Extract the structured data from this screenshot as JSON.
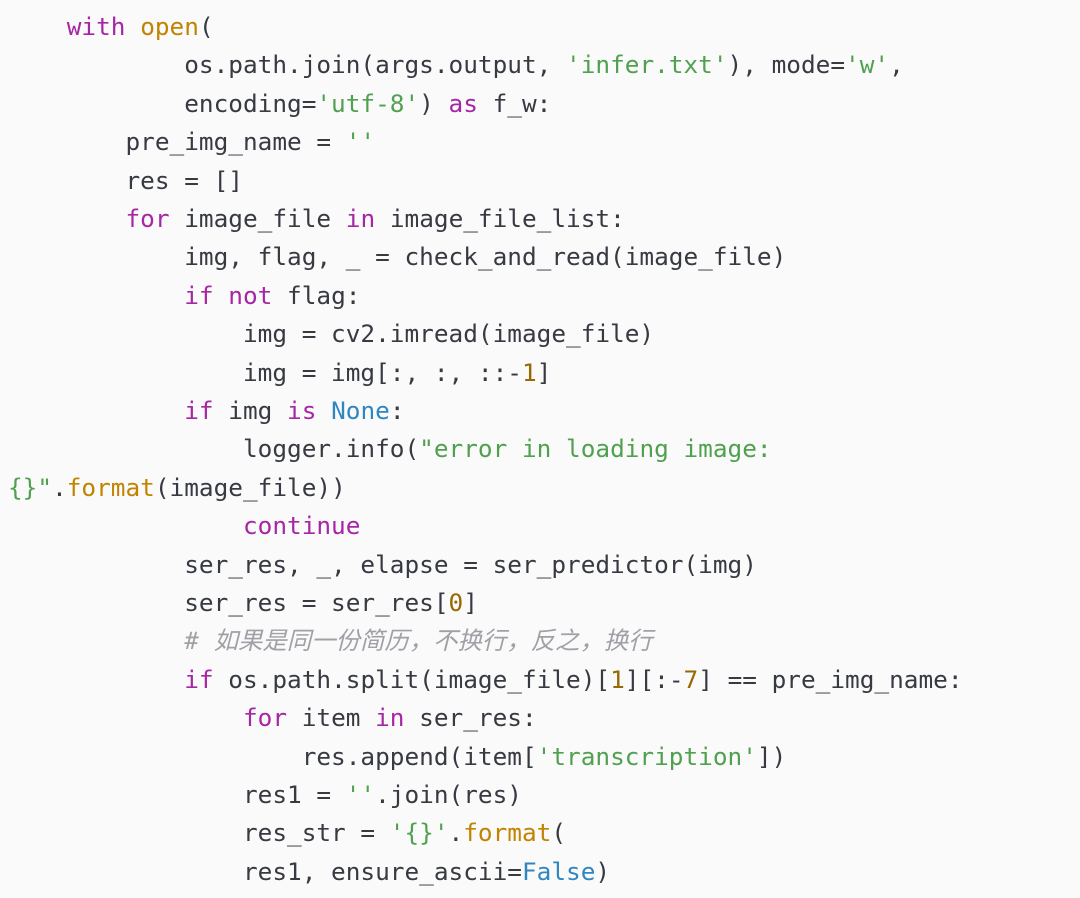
{
  "colors": {
    "keyword": "#a626a4",
    "builtin": "#c18401",
    "string": "#50a14f",
    "number": "#986801",
    "comment": "#a0a1a7",
    "constant": "#2f86c0",
    "text": "#383a42",
    "background": "#fafafa"
  },
  "lines": [
    {
      "tokens": [
        [
          "",
          "    "
        ],
        [
          "kw",
          "with"
        ],
        [
          "",
          " "
        ],
        [
          "bi",
          "open"
        ],
        [
          "",
          "("
        ]
      ]
    },
    {
      "tokens": [
        [
          "",
          "            os.path.join(args.output, "
        ],
        [
          "s",
          "'infer.txt'"
        ],
        [
          "",
          "), mode="
        ],
        [
          "s",
          "'w'"
        ],
        [
          "",
          ","
        ]
      ]
    },
    {
      "tokens": [
        [
          "",
          "            encoding="
        ],
        [
          "s",
          "'utf-8'"
        ],
        [
          "",
          ") "
        ],
        [
          "kw",
          "as"
        ],
        [
          "",
          " f_w:"
        ]
      ]
    },
    {
      "tokens": [
        [
          "",
          "        pre_img_name = "
        ],
        [
          "s",
          "''"
        ]
      ]
    },
    {
      "tokens": [
        [
          "",
          "        res = []"
        ]
      ]
    },
    {
      "tokens": [
        [
          "",
          "        "
        ],
        [
          "kw",
          "for"
        ],
        [
          "",
          " image_file "
        ],
        [
          "kw",
          "in"
        ],
        [
          "",
          " image_file_list:"
        ]
      ]
    },
    {
      "tokens": [
        [
          "",
          "            img, flag, _ = check_and_read(image_file)"
        ]
      ]
    },
    {
      "tokens": [
        [
          "",
          "            "
        ],
        [
          "kw",
          "if"
        ],
        [
          "",
          " "
        ],
        [
          "kw",
          "not"
        ],
        [
          "",
          " flag:"
        ]
      ]
    },
    {
      "tokens": [
        [
          "",
          "                img = cv2.imread(image_file)"
        ]
      ]
    },
    {
      "tokens": [
        [
          "",
          "                img = img[:, :, ::-"
        ],
        [
          "n",
          "1"
        ],
        [
          "",
          "]"
        ]
      ]
    },
    {
      "tokens": [
        [
          "",
          "            "
        ],
        [
          "kw",
          "if"
        ],
        [
          "",
          " img "
        ],
        [
          "kw",
          "is"
        ],
        [
          "",
          " "
        ],
        [
          "b",
          "None"
        ],
        [
          "",
          ":"
        ]
      ]
    },
    {
      "tokens": [
        [
          "",
          "                logger.info("
        ],
        [
          "s",
          "\"error in loading image:"
        ]
      ]
    },
    {
      "tokens": [
        [
          "s",
          "{}\""
        ],
        [
          "",
          "."
        ],
        [
          "bi",
          "format"
        ],
        [
          "",
          "(image_file))"
        ]
      ]
    },
    {
      "tokens": [
        [
          "",
          "                "
        ],
        [
          "kw",
          "continue"
        ]
      ]
    },
    {
      "tokens": [
        [
          "",
          "            ser_res, _, elapse = ser_predictor(img)"
        ]
      ]
    },
    {
      "tokens": [
        [
          "",
          "            ser_res = ser_res["
        ],
        [
          "n",
          "0"
        ],
        [
          "",
          "]"
        ]
      ]
    },
    {
      "tokens": [
        [
          "",
          "            "
        ],
        [
          "c",
          "# 如果是同一份简历，不换行，反之，换行"
        ]
      ]
    },
    {
      "tokens": [
        [
          "",
          "            "
        ],
        [
          "kw",
          "if"
        ],
        [
          "",
          " os.path.split(image_file)["
        ],
        [
          "n",
          "1"
        ],
        [
          "",
          "][:-"
        ],
        [
          "n",
          "7"
        ],
        [
          "",
          "] == pre_img_name:"
        ]
      ]
    },
    {
      "tokens": [
        [
          "",
          "                "
        ],
        [
          "kw",
          "for"
        ],
        [
          "",
          " item "
        ],
        [
          "kw",
          "in"
        ],
        [
          "",
          " ser_res:"
        ]
      ]
    },
    {
      "tokens": [
        [
          "",
          "                    res.append(item["
        ],
        [
          "s",
          "'transcription'"
        ],
        [
          "",
          "])"
        ]
      ]
    },
    {
      "tokens": [
        [
          "",
          "                res1 = "
        ],
        [
          "s",
          "''"
        ],
        [
          "",
          ".join(res)"
        ]
      ]
    },
    {
      "tokens": [
        [
          "",
          "                res_str = "
        ],
        [
          "s",
          "'{}'"
        ],
        [
          "",
          "."
        ],
        [
          "bi",
          "format"
        ],
        [
          "",
          "("
        ]
      ]
    },
    {
      "tokens": [
        [
          "",
          "                res1, ensure_ascii="
        ],
        [
          "b",
          "False"
        ],
        [
          "",
          ")"
        ]
      ]
    }
  ]
}
